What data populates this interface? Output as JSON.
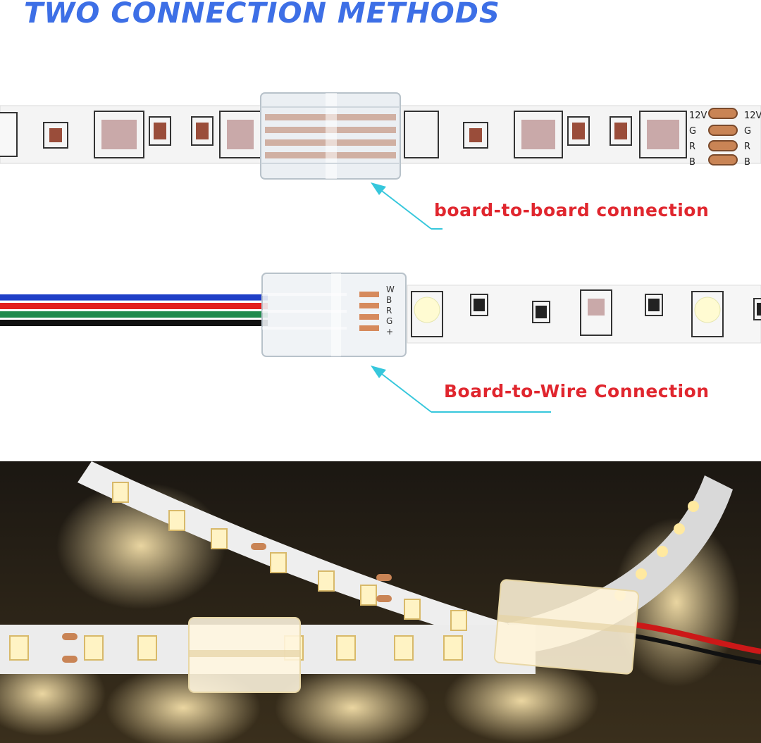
{
  "title": "TWO CONNECTION METHODS",
  "callouts": {
    "board_to_board": "board-to-board connection",
    "board_to_wire": "Board-to-Wire Connection"
  },
  "strip_markings": {
    "voltage": "12V",
    "g": "G",
    "r": "R",
    "b": "B",
    "w": "W",
    "plus": "+"
  },
  "colors": {
    "title_blue": "#3d6fe6",
    "callout_red": "#e0262e",
    "arrow_cyan": "#36c7dc",
    "wire_blue": "#1f3fc7",
    "wire_red": "#e31d1d",
    "wire_green": "#1f8a4c",
    "wire_black": "#111111",
    "led_warm": "#ffe7a8"
  },
  "icons": [
    "arrow-pointer-icon"
  ]
}
